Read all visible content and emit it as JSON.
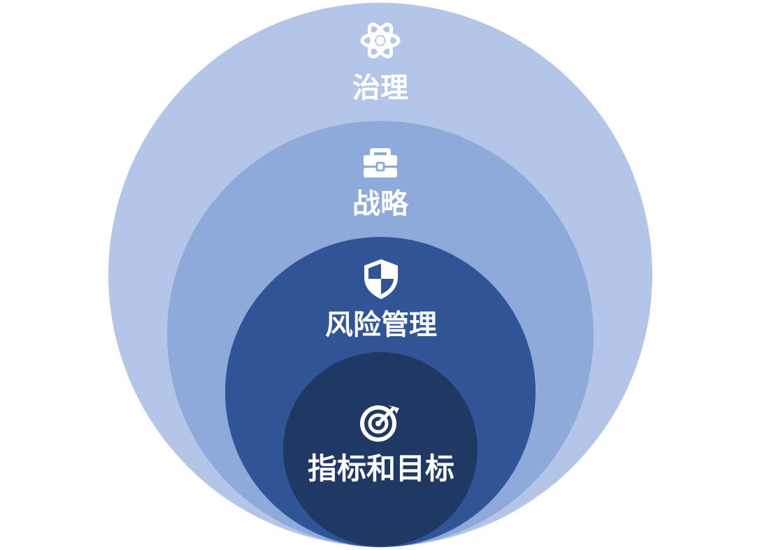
{
  "diagram": {
    "colors": {
      "outer": "#b4c6e7",
      "second": "#8eaadb",
      "third": "#2f5597",
      "inner": "#203864",
      "text": "#ffffff"
    },
    "layers": [
      {
        "label": "治理",
        "icon": "atom-icon"
      },
      {
        "label": "战略",
        "icon": "briefcase-icon"
      },
      {
        "label": "风险管理",
        "icon": "shield-icon"
      },
      {
        "label": "指标和目标",
        "icon": "target-icon"
      }
    ]
  }
}
